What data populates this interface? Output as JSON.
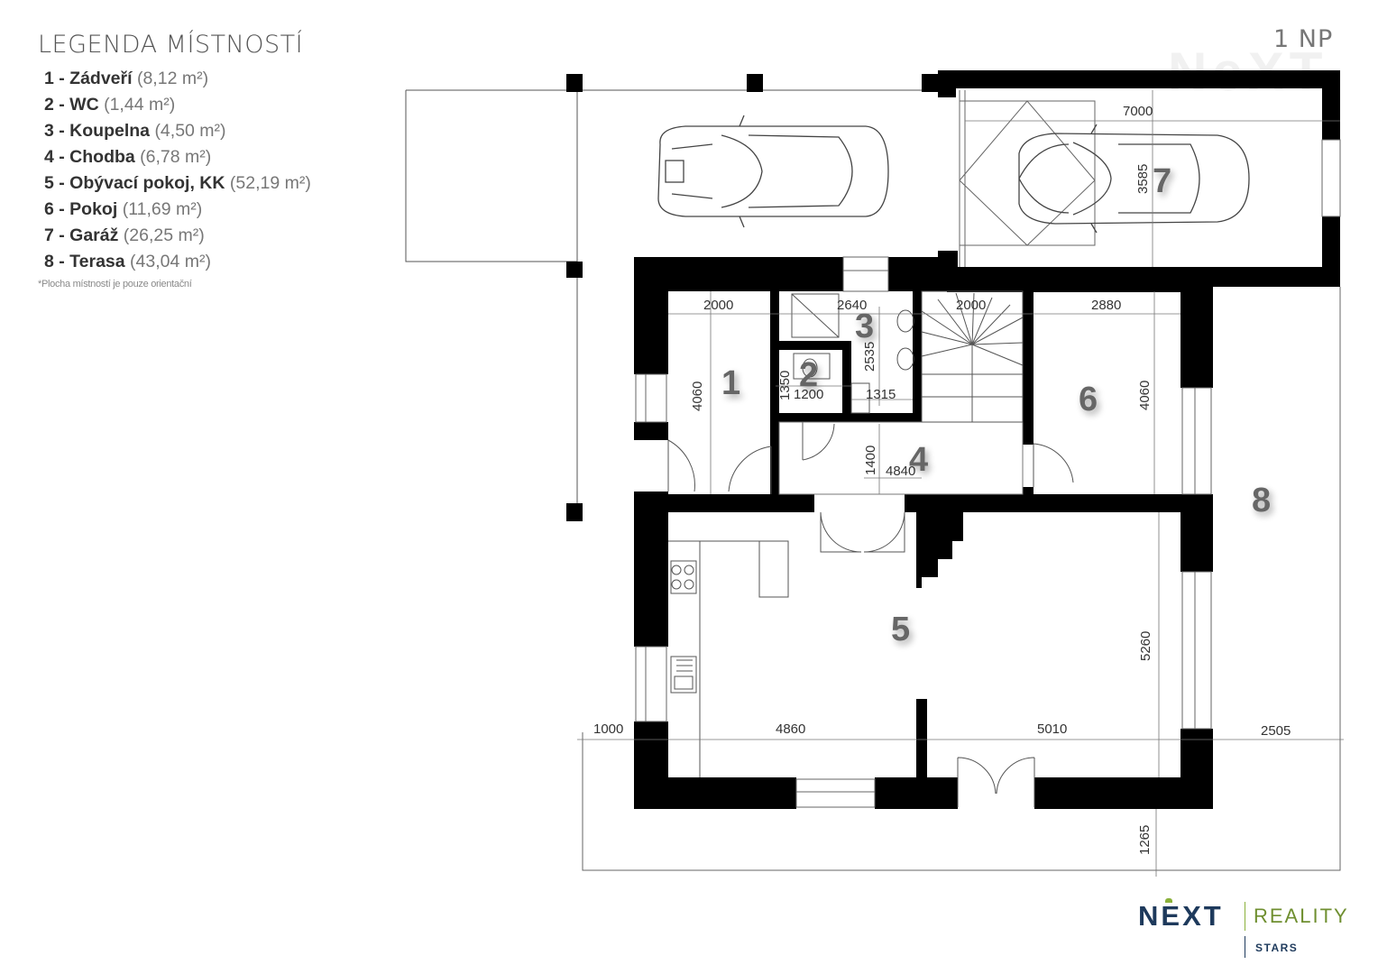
{
  "legend": {
    "title": "LEGENDA MÍSTNOSTÍ",
    "items": [
      {
        "label": "1 - Zádveří",
        "area": "(8,12 m²)"
      },
      {
        "label": "2 - WC",
        "area": "(1,44 m²)"
      },
      {
        "label": "3 - Koupelna",
        "area": "(4,50 m²)"
      },
      {
        "label": "4 - Chodba",
        "area": "(6,78 m²)"
      },
      {
        "label": "5 - Obývací pokoj, KK",
        "area": "(52,19 m²)"
      },
      {
        "label": "6 - Pokoj",
        "area": "(11,69 m²)"
      },
      {
        "label": "7 - Garáž",
        "area": "(26,25 m²)"
      },
      {
        "label": "8 - Terasa",
        "area": "(43,04 m²)"
      }
    ],
    "note": "*Plocha místností je pouze orientační"
  },
  "floor_label": "1 NP",
  "watermark": "NeXT",
  "rooms": {
    "r1": "1",
    "r2": "2",
    "r3": "3",
    "r4": "4",
    "r5": "5",
    "r6": "6",
    "r7": "7",
    "r8": "8"
  },
  "dims": {
    "garage_w": "7000",
    "garage_h": "3585",
    "z_w": "2000",
    "bath_w": "2640",
    "stair_w": "2000",
    "room6_w": "2880",
    "z_h": "4060",
    "wc_h": "1350",
    "wc_w": "1200",
    "bath_h": "2535",
    "bath_w2": "1315",
    "hall_h": "1400",
    "hall_w": "4840",
    "room6_h": "4060",
    "living_h": "5260",
    "left_1000": "1000",
    "living_w1": "4860",
    "living_w2": "5010",
    "terrace_w": "2505",
    "bottom_1265": "1265"
  },
  "logo": {
    "brand": "NEXT",
    "reality": "REALITY",
    "stars": "STARS"
  },
  "colors": {
    "wall": "#000000",
    "logo_blue": "#1e3a5c",
    "logo_green": "#8ab13a"
  }
}
